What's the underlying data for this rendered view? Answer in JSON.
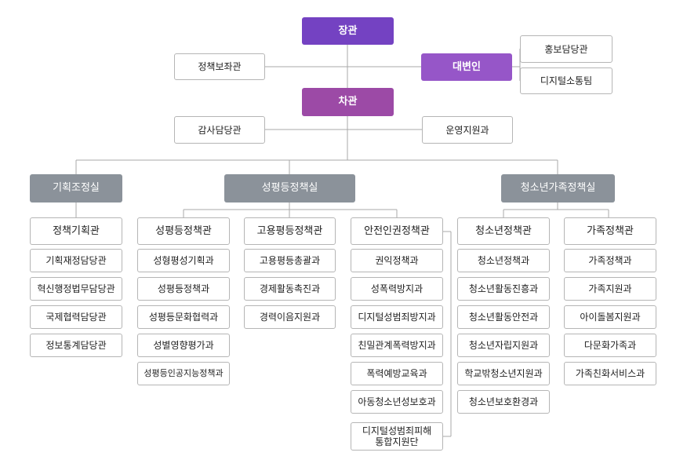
{
  "org": {
    "minister": "장관",
    "policy_advisor": "정책보좌관",
    "spokesperson": "대변인",
    "pr_officer": "홍보담당관",
    "digital_team": "디지털소통팀",
    "vice_minister": "차관",
    "audit_officer": "감사담당관",
    "operations_division": "운영지원과",
    "planning_office": {
      "name": "기획조정실",
      "head": "정책기획관",
      "divisions": [
        "기획재정담당관",
        "혁신행정법무담당관",
        "국제협력담당관",
        "정보통계담당관"
      ]
    },
    "gender_equality_office": {
      "name": "성평등정책실",
      "bureaus": [
        {
          "name": "성평등정책관",
          "divisions": [
            "성형평성기획과",
            "성평등정책과",
            "성평등문화협력과",
            "성별영향평가과",
            "성평등인공지능정책과"
          ]
        },
        {
          "name": "고용평등정책관",
          "divisions": [
            "고용평등총괄과",
            "경제활동촉진과",
            "경력이음지원과"
          ]
        },
        {
          "name": "안전인권정책관",
          "divisions": [
            "권익정책과",
            "성폭력방지과",
            "디지털성범죄방지과",
            "친밀관계폭력방지과",
            "폭력예방교육과",
            "아동청소년성보호과",
            "디지털성범죄피해\n통합지원단"
          ]
        }
      ]
    },
    "youth_family_office": {
      "name": "청소년가족정책실",
      "bureaus": [
        {
          "name": "청소년정책관",
          "divisions": [
            "청소년정책과",
            "청소년활동진흥과",
            "청소년활동안전과",
            "청소년자립지원과",
            "학교밖청소년지원과",
            "청소년보호환경과"
          ]
        },
        {
          "name": "가족정책관",
          "divisions": [
            "가족정책과",
            "가족지원과",
            "아이돌봄지원과",
            "다문화가족과",
            "가족친화서비스과"
          ]
        }
      ]
    }
  },
  "colors": {
    "minister": "#7442c2",
    "spokesperson": "#9656c8",
    "vice_minister": "#9c4aa6",
    "office_header": "#8b929a",
    "line": "#a8a8a8",
    "border": "#b5b5b5"
  }
}
